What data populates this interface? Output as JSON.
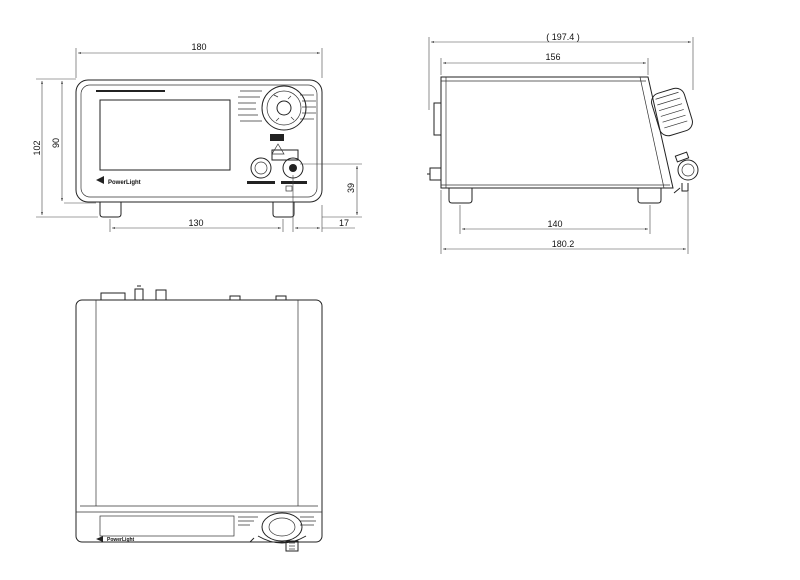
{
  "front_view": {
    "overall_width": "180",
    "overall_height": "102",
    "body_height": "90",
    "foot_spacing": "130",
    "button_height": "39",
    "side_offset": "17",
    "brand": "PowerLight"
  },
  "side_view": {
    "overall_depth_ref": "( 197.4 )",
    "body_depth": "156",
    "foot_spacing": "140",
    "overall_depth": "180.2"
  },
  "colors": {
    "line": "#222222",
    "background": "#ffffff"
  }
}
